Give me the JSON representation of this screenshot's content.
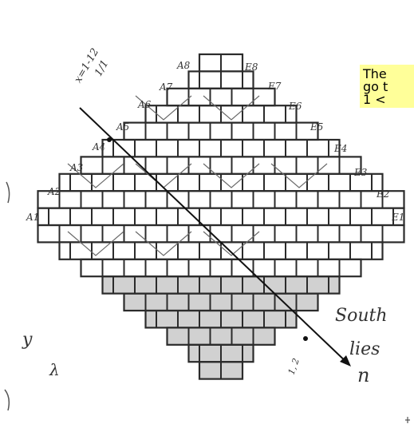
{
  "note": {
    "lines": [
      "The",
      "go t",
      "1 <"
    ],
    "background": "#ffff99"
  },
  "labels": {
    "top_left_rotated": [
      "x=1-12",
      "1/1"
    ],
    "A": [
      "A1",
      "A2",
      "A3",
      "A4",
      "A5",
      "A6",
      "A7",
      "A8"
    ],
    "E": [
      "E1",
      "E2",
      "E3",
      "E4",
      "E5",
      "E6",
      "E7",
      "E8"
    ],
    "bottom_right": [
      "South",
      "lies",
      "n"
    ],
    "bottom_left": [
      "y",
      "λ"
    ],
    "bottom_center": [
      "1, 2"
    ]
  },
  "colors": {
    "ink": "#2b2b2b",
    "shade": "#bdbdbd",
    "arrow": "#111111"
  }
}
